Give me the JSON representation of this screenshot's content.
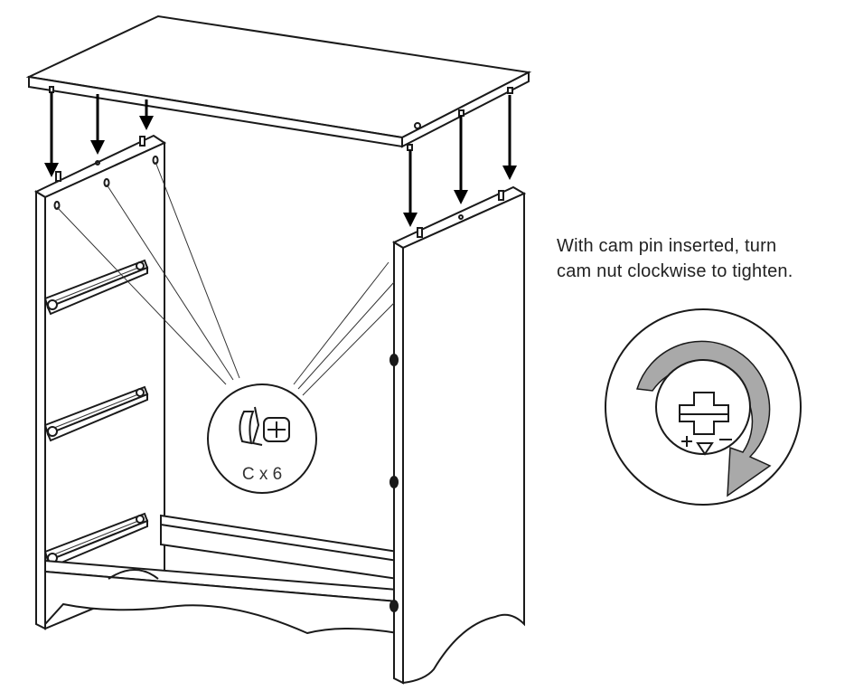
{
  "instruction": {
    "line1": "With cam pin inserted, turn",
    "line2": "cam nut clockwise to tighten."
  },
  "callout": {
    "part_label": "C x 6"
  },
  "colors": {
    "line": "#1a1a1a",
    "arrow_ring": "#a9a9a9"
  },
  "icons": [
    "down-arrow-icon",
    "cam-lock-icon",
    "clockwise-arrow-icon",
    "plus-icon",
    "minus-icon",
    "triangle-marker-icon"
  ]
}
